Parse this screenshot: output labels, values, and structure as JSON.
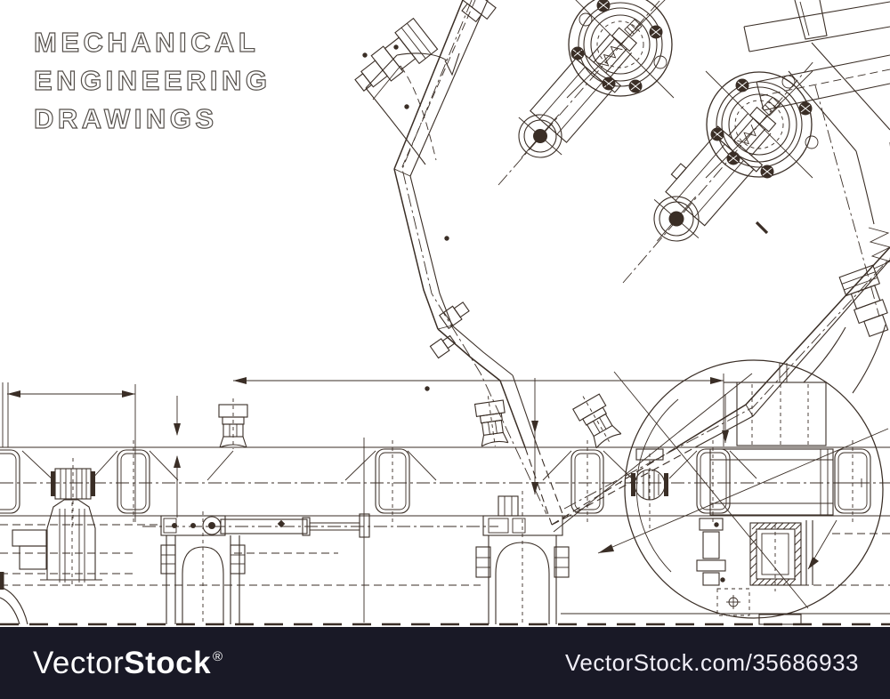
{
  "title": {
    "lines": [
      "MECHANICAL",
      "ENGINEERING",
      "DRAWINGS"
    ]
  },
  "footer": {
    "logo": {
      "prefix": "Vector",
      "bold": "Stock",
      "registered": "®"
    },
    "attribution": "VectorStock.com/35686933"
  },
  "colors": {
    "background": "#ffffff",
    "line_art": "#3a2e26",
    "title_outline": "#55504b",
    "footer_background": "#191926",
    "footer_text": "#ffffff"
  }
}
